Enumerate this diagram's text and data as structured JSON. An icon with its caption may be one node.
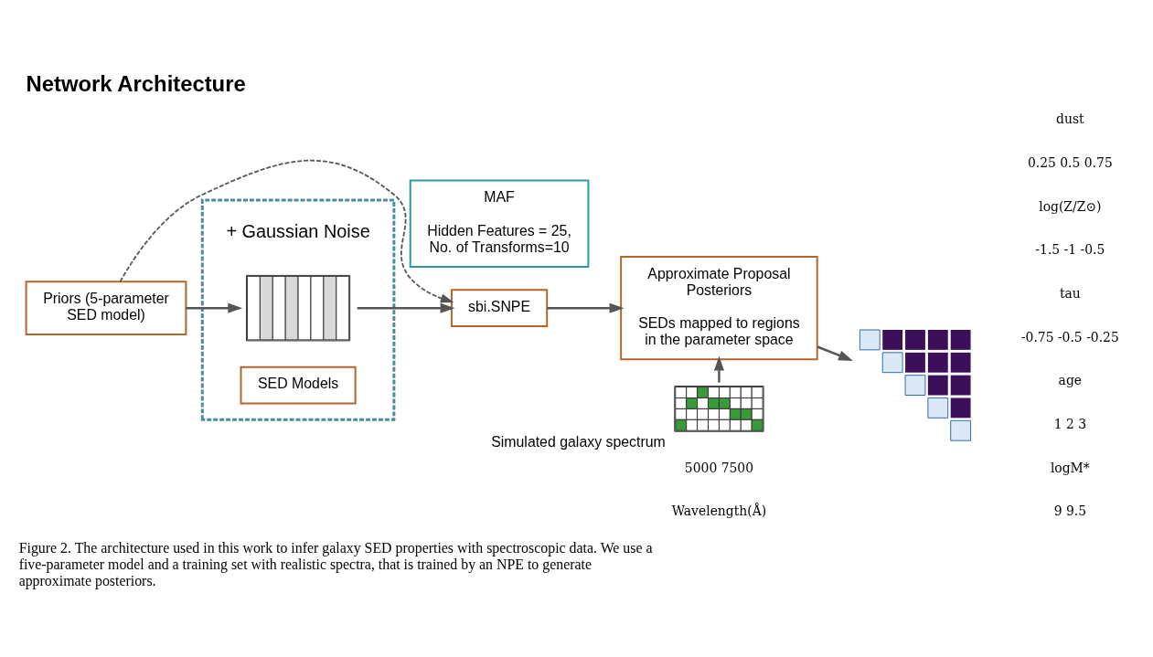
{
  "diagram": {
    "title": "Network Architecture",
    "caption": "Figure 2. The architecture used in this work to infer galaxy SED properties with spectroscopic data. We use a five-parameter model and a training set with realistic spectra, that is trained by an NPE to generate approximate posteriors.",
    "nodes": [
      {
        "text": [
          "Priors (5-parameter SED model)"
        ]
      },
      {
        "text": [],
        "shape": "box"
      },
      {
        "text": [
          "SED Models"
        ],
        "in": 1
      },
      {
        "text": [],
        "shape": "picture",
        "in": 1
      },
      {
        "text": [
          "sbi.SNPE"
        ]
      },
      {
        "text": [
          "MAF",
          "Hidden Features = 25, No. of Transforms=10"
        ]
      },
      {
        "text": [
          "Approximate Proposal Posteriors",
          "SEDs mapped to regions in the parameter space"
        ]
      },
      {
        "text": [],
        "shape": "picture"
      },
      {
        "text": [],
        "shape": "picture",
        "beside": [
          "Simulated galaxy spectrum"
        ]
      }
    ],
    "edges": [
      {
        "from": 0,
        "to": 3,
        "arrow": "to"
      },
      {
        "from": 0,
        "to": 4,
        "arrow": "to",
        "style": "dashed"
      },
      {
        "from": 3,
        "to": 4,
        "arrow": "to"
      },
      {
        "from": 4,
        "to": 6,
        "arrow": "to"
      },
      {
        "from": 6,
        "to": 7,
        "arrow": "to"
      },
      {
        "from": 8,
        "to": 6,
        "arrow": "to"
      }
    ],
    "labels": [
      "+ Gaussian Noise",
      "9 9.5",
      "logM*",
      "1 2 3",
      "age",
      "-0.75 -0.5 -0.25",
      "tau",
      "-1.5 -1 -0.5",
      "log(Z/Z⊙)",
      "0.25 0.5 0.75",
      "dust",
      "5000 7500",
      "Wavelength(Å)"
    ]
  }
}
